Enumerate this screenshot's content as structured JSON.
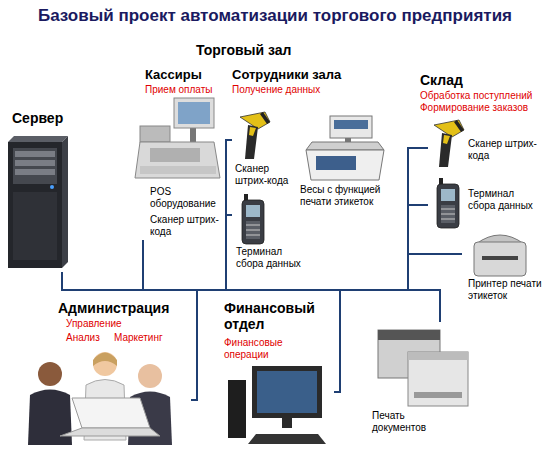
{
  "diagram": {
    "title": "Базовый проект автоматизации торгового предприятия",
    "nodes": [
      {
        "text": [
          "Сервер"
        ]
      },
      {
        "text": [
          "Торговый зал"
        ]
      },
      {
        "text": [
          "Кассиры",
          "Прием оплаты"
        ],
        "in": 1
      },
      {
        "text": [
          "POS оборудование",
          "Сканер штрих-кода"
        ],
        "in": 2
      },
      {
        "text": [
          "Сотрудники зала",
          "Получение данных"
        ],
        "in": 1
      },
      {
        "text": [
          "Сканер штрих-кода"
        ],
        "in": 4
      },
      {
        "text": [
          "Весы с функцией печати этикеток"
        ],
        "in": 4
      },
      {
        "text": [
          "Терминал сбора данных"
        ],
        "in": 4
      },
      {
        "text": [
          "Склад",
          "Обработка поступлений Формирование заказов"
        ]
      },
      {
        "text": [
          "Сканер штрих-кода"
        ],
        "in": 8
      },
      {
        "text": [
          "Терминал сбора данных"
        ],
        "in": 8
      },
      {
        "text": [
          "Принтер печати этикеток"
        ],
        "in": 8
      },
      {
        "text": [
          "Администрация",
          "Управление",
          "Анализ",
          "Маркетинг"
        ]
      },
      {
        "text": [
          "Финансовый отдел",
          "Финансовые операции"
        ]
      },
      {
        "text": [
          "Печать документов"
        ]
      }
    ],
    "edges": [
      {
        "from": 0,
        "to": 3,
        "arrow": "none"
      },
      {
        "from": 0,
        "to": 5,
        "arrow": "none"
      },
      {
        "from": 0,
        "to": 7,
        "arrow": "none"
      },
      {
        "from": 0,
        "to": 9,
        "arrow": "none"
      },
      {
        "from": 0,
        "to": 10,
        "arrow": "none"
      },
      {
        "from": 0,
        "to": 11,
        "arrow": "none"
      },
      {
        "from": 0,
        "to": 12,
        "arrow": "none"
      },
      {
        "from": 0,
        "to": 13,
        "arrow": "none"
      },
      {
        "from": 0,
        "to": 14,
        "arrow": "none"
      }
    ]
  }
}
